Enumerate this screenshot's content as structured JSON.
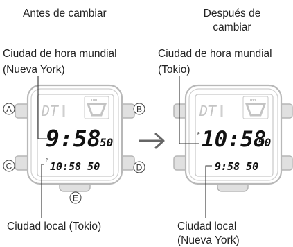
{
  "headers": {
    "before": "Antes de cambiar",
    "after_line1": "Después de",
    "after_line2": "cambiar"
  },
  "left": {
    "world_label_line1": "Ciudad de hora mundial",
    "world_label_line2": "(Nueva York)",
    "local_label": "Ciudad local (Tokio)",
    "dual_mode": "DT",
    "seconds_badge": "100",
    "big_time": "9:58",
    "big_seconds": "50",
    "pm_marker": "P",
    "small_time": "10:58 50"
  },
  "right": {
    "world_label_line1": "Ciudad de hora mundial",
    "world_label_line2": "(Tokio)",
    "local_label_line1": "Ciudad local",
    "local_label_line2": "(Nueva York)",
    "dual_mode": "DT",
    "seconds_badge": "100",
    "pm_marker": "P",
    "big_time": "10:58",
    "big_seconds": "50",
    "small_time": "9:58 50"
  },
  "buttons": {
    "a": "A",
    "b": "B",
    "c": "C",
    "d": "D",
    "e": "E"
  },
  "arrow_icon": "right-arrow-icon"
}
